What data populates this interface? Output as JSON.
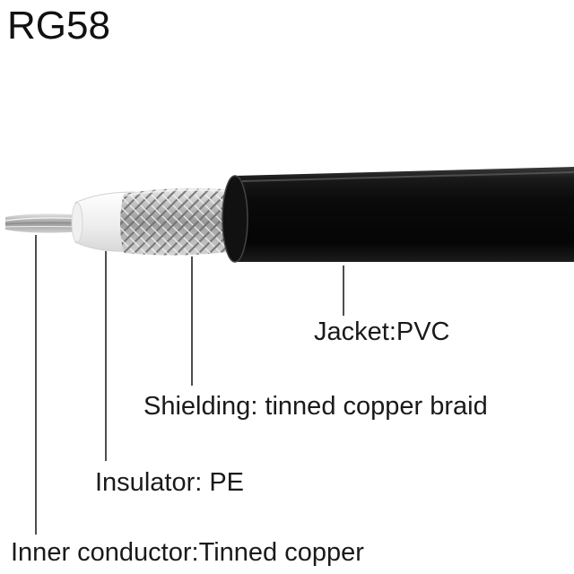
{
  "title": "RG58",
  "labels": {
    "jacket": "Jacket:PVC",
    "shielding": "Shielding: tinned copper braid",
    "insulator": "Insulator: PE",
    "inner_conductor": "Inner conductor:Tinned copper"
  },
  "colors": {
    "jacket": "#0c0c0c",
    "braid": "#b8b8b8",
    "insulator": "#f4f4f4",
    "conductor": "#c4c4c4",
    "leader_line": "#222222"
  }
}
